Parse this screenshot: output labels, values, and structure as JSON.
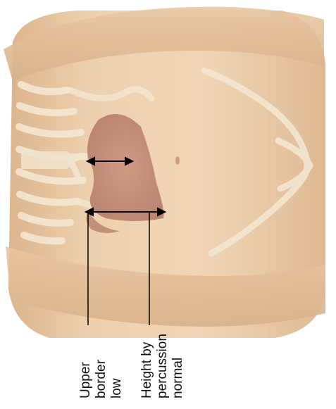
{
  "figure": {
    "labels": {
      "upper_border": [
        "Upper",
        "border",
        "low"
      ],
      "height_by_percussion": [
        "Height by",
        "percussion",
        "normal"
      ]
    },
    "colors": {
      "skin": "#e9caa6",
      "skin_shadow": "#d9b38c",
      "bone": "#f1e4cc",
      "liver": "#c58f78",
      "line": "#000000"
    }
  }
}
